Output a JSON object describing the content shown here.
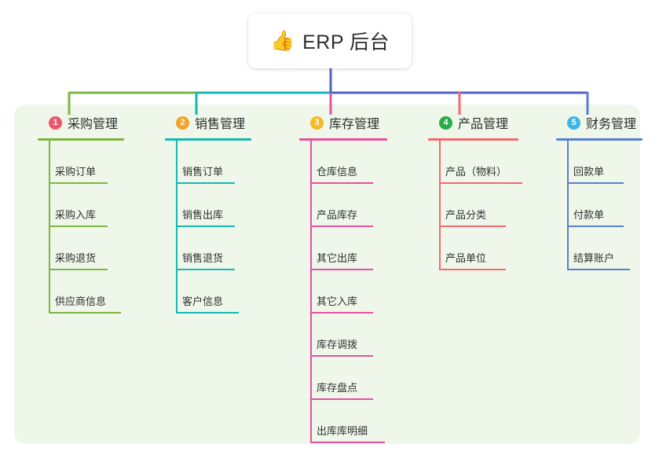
{
  "root": {
    "emoji": "👍",
    "emoji_name": "thumbs-up-icon",
    "title": "ERP 后台"
  },
  "theme": {
    "panel_background": "#eef7e9",
    "page_background": "#ffffff",
    "card_background": "#ffffff",
    "root_stem_color": "#5161cd",
    "text_color": "#2d2d2d"
  },
  "columns": [
    {
      "index": "1",
      "badge_color": "#f2546c",
      "line_color": "#7cb542",
      "title": "采购管理",
      "rule_width": 110,
      "items": [
        {
          "label": "采购订单",
          "rule_width": 75
        },
        {
          "label": "采购入库",
          "rule_width": 75
        },
        {
          "label": "采购退货",
          "rule_width": 75
        },
        {
          "label": "供应商信息",
          "rule_width": 92
        }
      ]
    },
    {
      "index": "2",
      "badge_color": "#f5a22a",
      "line_color": "#16b8b0",
      "title": "销售管理",
      "rule_width": 110,
      "items": [
        {
          "label": "销售订单",
          "rule_width": 75
        },
        {
          "label": "销售出库",
          "rule_width": 75
        },
        {
          "label": "销售退货",
          "rule_width": 75
        },
        {
          "label": "客户信息",
          "rule_width": 80
        }
      ]
    },
    {
      "index": "3",
      "badge_color": "#f5b928",
      "line_color": "#e8509f",
      "title": "库存管理",
      "rule_width": 112,
      "items": [
        {
          "label": "仓库信息",
          "rule_width": 80
        },
        {
          "label": "产品库存",
          "rule_width": 80
        },
        {
          "label": "其它出库",
          "rule_width": 80
        },
        {
          "label": "其它入库",
          "rule_width": 80
        },
        {
          "label": "库存调拨",
          "rule_width": 80
        },
        {
          "label": "库存盘点",
          "rule_width": 80
        },
        {
          "label": "出库库明细",
          "rule_width": 95
        }
      ]
    },
    {
      "index": "4",
      "badge_color": "#27ab4b",
      "line_color": "#f4696e",
      "title": "产品管理",
      "rule_width": 115,
      "items": [
        {
          "label": "产品（物料）",
          "rule_width": 106
        },
        {
          "label": "产品分类",
          "rule_width": 85
        },
        {
          "label": "产品单位",
          "rule_width": 85
        }
      ]
    },
    {
      "index": "5",
      "badge_color": "#3fb6e8",
      "line_color": "#5b7fd0",
      "title": "财务管理",
      "rule_width": 110,
      "items": [
        {
          "label": "回款单",
          "rule_width": 72
        },
        {
          "label": "付款单",
          "rule_width": 72
        },
        {
          "label": "结算账户",
          "rule_width": 80
        }
      ]
    }
  ],
  "connector_segments": [
    {
      "name": "trunk-left-green",
      "color": "#7cb542"
    },
    {
      "name": "trunk-mid-teal",
      "color": "#16b8b0"
    },
    {
      "name": "trunk-right-indigo",
      "color": "#5161cd"
    },
    {
      "name": "drop-col1",
      "color": "#7cb542"
    },
    {
      "name": "drop-col2",
      "color": "#16b8b0"
    },
    {
      "name": "drop-col3",
      "color": "#e8509f"
    },
    {
      "name": "drop-col4",
      "color": "#f4696e"
    },
    {
      "name": "drop-col5",
      "color": "#5b7fd0"
    },
    {
      "name": "root-stem",
      "color": "#5161cd"
    }
  ]
}
